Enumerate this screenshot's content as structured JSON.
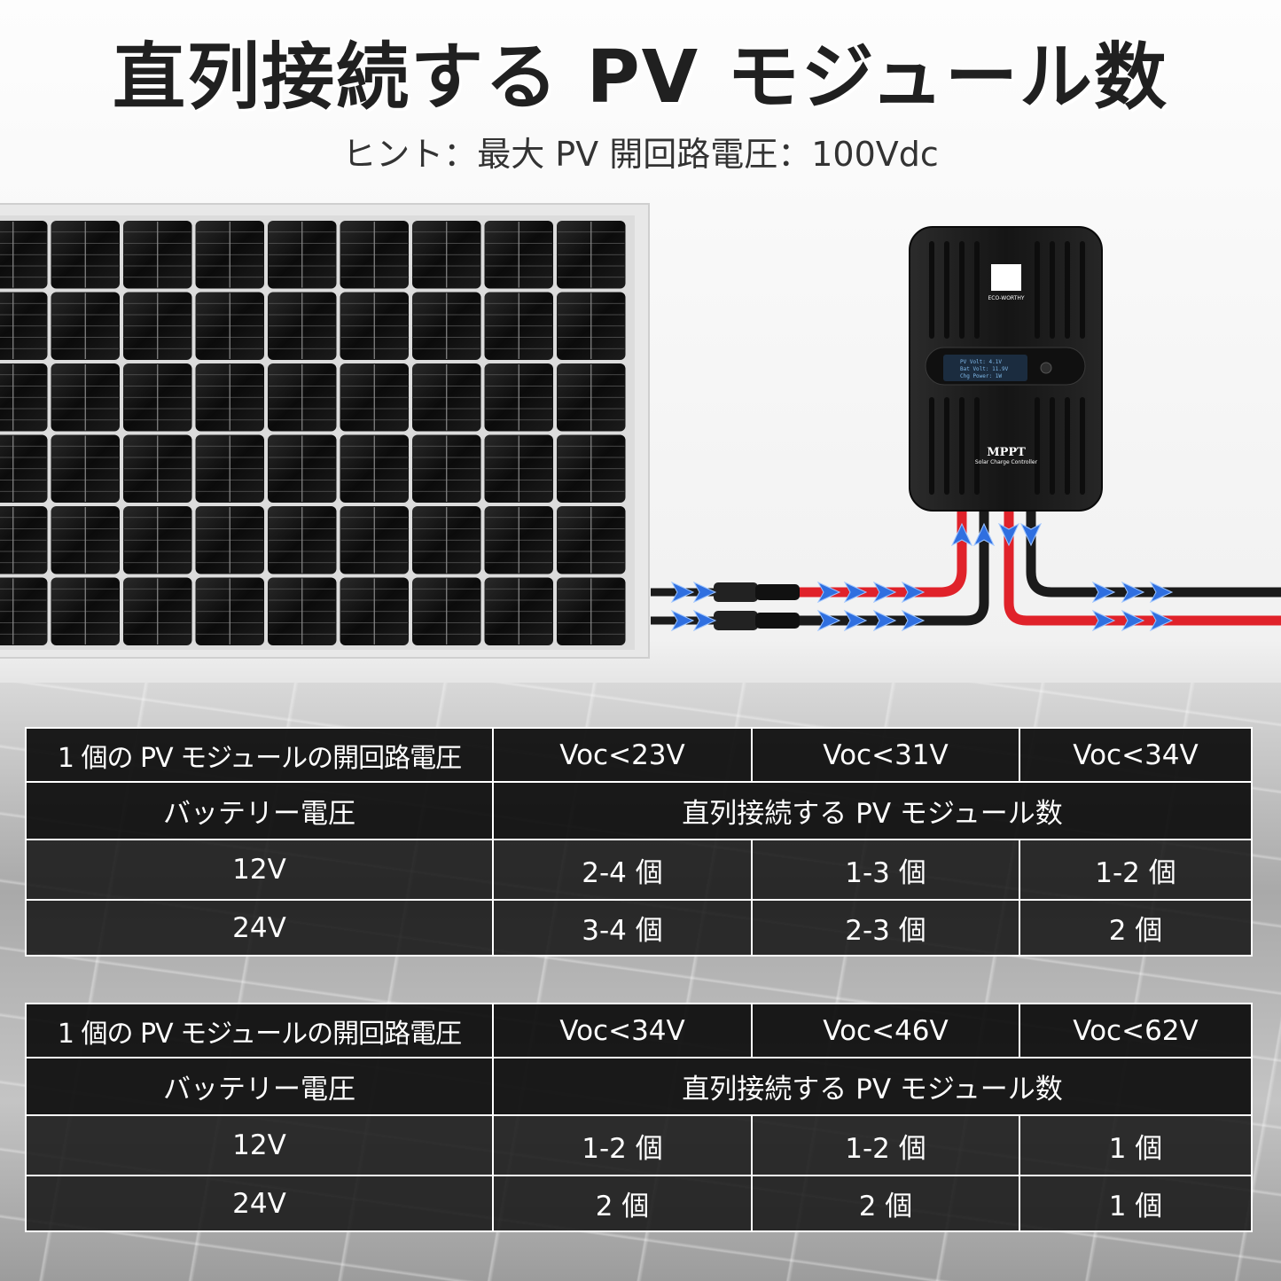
{
  "header": {
    "title": "直列接続する PV モジュール数",
    "subtitle": "ヒント：最大 PV 開回路電圧：100Vdc"
  },
  "controller": {
    "brand": "ECO-WORTHY",
    "model_label": "MPPT",
    "product_label": "Solar Charge Controller"
  },
  "tables": [
    {
      "header_label": "1 個の PV モジュールの開回路電圧",
      "voc_columns": [
        "Voc<23V",
        "Voc<31V",
        "Voc<34V"
      ],
      "battery_label": "バッテリー電圧",
      "count_label": "直列接続する PV モジュール数",
      "rows": [
        {
          "voltage": "12V",
          "values": [
            "2-4 個",
            "1-3 個",
            "1-2 個"
          ]
        },
        {
          "voltage": "24V",
          "values": [
            "3-4 個",
            "2-3 個",
            "2 個"
          ]
        }
      ]
    },
    {
      "header_label": "1 個の PV モジュールの開回路電圧",
      "voc_columns": [
        "Voc<34V",
        "Voc<46V",
        "Voc<62V"
      ],
      "battery_label": "バッテリー電圧",
      "count_label": "直列接続する PV モジュール数",
      "rows": [
        {
          "voltage": "12V",
          "values": [
            "1-2 個",
            "1-2 個",
            "1 個"
          ]
        },
        {
          "voltage": "24V",
          "values": [
            "2 個",
            "2 個",
            "1 個"
          ]
        }
      ]
    }
  ],
  "colors": {
    "table_bg": "#1a1a1a",
    "table_border": "#ffffff",
    "cable_red": "#e0222a",
    "cable_black": "#1b1b1b",
    "arrow_blue": "#2f6fe0"
  }
}
